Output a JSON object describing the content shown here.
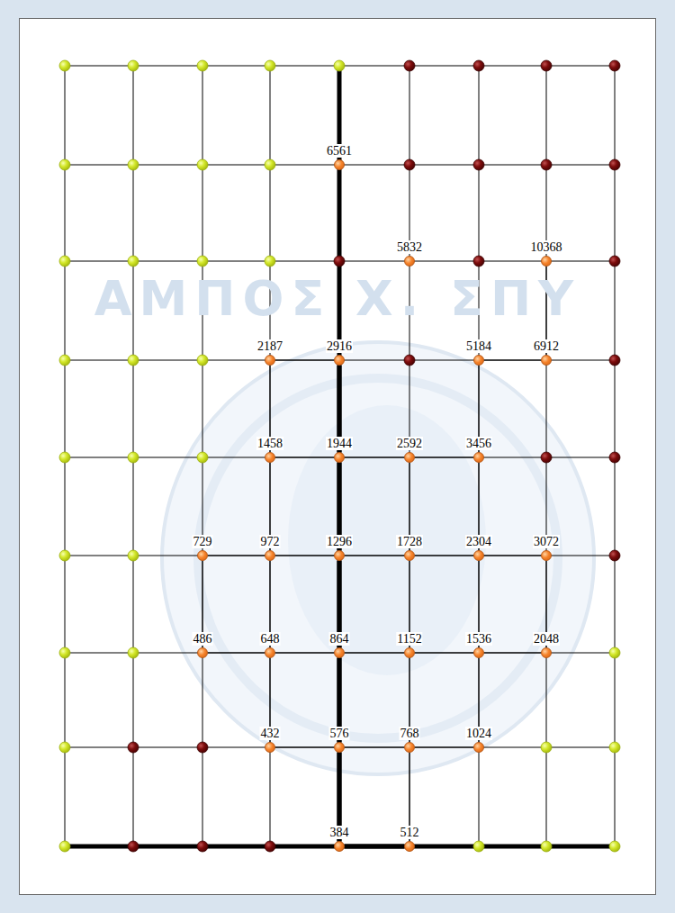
{
  "diagram": {
    "nodes": [
      {
        "text": [
          "6561"
        ]
      },
      {
        "text": [
          "5832"
        ]
      },
      {
        "text": [
          "10368"
        ]
      },
      {
        "text": [
          "2187"
        ]
      },
      {
        "text": [
          "2916"
        ]
      },
      {
        "text": [
          "5184"
        ]
      },
      {
        "text": [
          "6912"
        ]
      },
      {
        "text": [
          "1458"
        ]
      },
      {
        "text": [
          "1944"
        ]
      },
      {
        "text": [
          "2592"
        ]
      },
      {
        "text": [
          "3456"
        ]
      },
      {
        "text": [
          "729"
        ]
      },
      {
        "text": [
          "972"
        ]
      },
      {
        "text": [
          "1296"
        ]
      },
      {
        "text": [
          "1728"
        ]
      },
      {
        "text": [
          "2304"
        ]
      },
      {
        "text": [
          "3072"
        ]
      },
      {
        "text": [
          "486"
        ]
      },
      {
        "text": [
          "648"
        ]
      },
      {
        "text": [
          "864"
        ]
      },
      {
        "text": [
          "1152"
        ]
      },
      {
        "text": [
          "1536"
        ]
      },
      {
        "text": [
          "2048"
        ]
      },
      {
        "text": [
          "432"
        ]
      },
      {
        "text": [
          "576"
        ]
      },
      {
        "text": [
          "768"
        ]
      },
      {
        "text": [
          "1024"
        ]
      },
      {
        "text": [
          "384"
        ]
      },
      {
        "text": [
          "512"
        ]
      }
    ],
    "edges": [
      {
        "from": 3,
        "to": 4,
        "arrow": "none"
      },
      {
        "from": 5,
        "to": 6,
        "arrow": "none"
      },
      {
        "from": 7,
        "to": 8,
        "arrow": "none"
      },
      {
        "from": 8,
        "to": 9,
        "arrow": "none"
      },
      {
        "from": 9,
        "to": 10,
        "arrow": "none"
      },
      {
        "from": 11,
        "to": 12,
        "arrow": "none"
      },
      {
        "from": 12,
        "to": 13,
        "arrow": "none"
      },
      {
        "from": 13,
        "to": 14,
        "arrow": "none"
      },
      {
        "from": 14,
        "to": 15,
        "arrow": "none"
      },
      {
        "from": 15,
        "to": 16,
        "arrow": "none"
      },
      {
        "from": 17,
        "to": 18,
        "arrow": "none"
      },
      {
        "from": 18,
        "to": 19,
        "arrow": "none"
      },
      {
        "from": 19,
        "to": 20,
        "arrow": "none"
      },
      {
        "from": 20,
        "to": 21,
        "arrow": "none"
      },
      {
        "from": 21,
        "to": 22,
        "arrow": "none"
      },
      {
        "from": 23,
        "to": 24,
        "arrow": "none"
      },
      {
        "from": 24,
        "to": 25,
        "arrow": "none"
      },
      {
        "from": 25,
        "to": 26,
        "arrow": "none"
      },
      {
        "from": 27,
        "to": 28,
        "arrow": "none"
      },
      {
        "from": 4,
        "to": 8,
        "arrow": "none"
      },
      {
        "from": 8,
        "to": 13,
        "arrow": "none"
      },
      {
        "from": 13,
        "to": 19,
        "arrow": "none"
      },
      {
        "from": 19,
        "to": 24,
        "arrow": "none"
      },
      {
        "from": 24,
        "to": 27,
        "arrow": "none"
      },
      {
        "from": 9,
        "to": 14,
        "arrow": "none"
      },
      {
        "from": 14,
        "to": 20,
        "arrow": "none"
      },
      {
        "from": 20,
        "to": 25,
        "arrow": "none"
      },
      {
        "from": 25,
        "to": 28,
        "arrow": "none"
      },
      {
        "from": 2,
        "to": 6,
        "arrow": "none"
      },
      {
        "from": 16,
        "to": 22,
        "arrow": "none"
      },
      {
        "from": 5,
        "to": 10,
        "arrow": "none"
      },
      {
        "from": 10,
        "to": 15,
        "arrow": "none"
      },
      {
        "from": 15,
        "to": 21,
        "arrow": "none"
      },
      {
        "from": 21,
        "to": 26,
        "arrow": "none"
      },
      {
        "from": 3,
        "to": 7,
        "arrow": "none"
      },
      {
        "from": 7,
        "to": 12,
        "arrow": "none"
      },
      {
        "from": 12,
        "to": 18,
        "arrow": "none"
      },
      {
        "from": 18,
        "to": 23,
        "arrow": "none"
      },
      {
        "from": 11,
        "to": 17,
        "arrow": "none"
      }
    ],
    "labels": [
      "ΑΜΠΟΣ Χ. ΣΠΥ"
    ]
  }
}
